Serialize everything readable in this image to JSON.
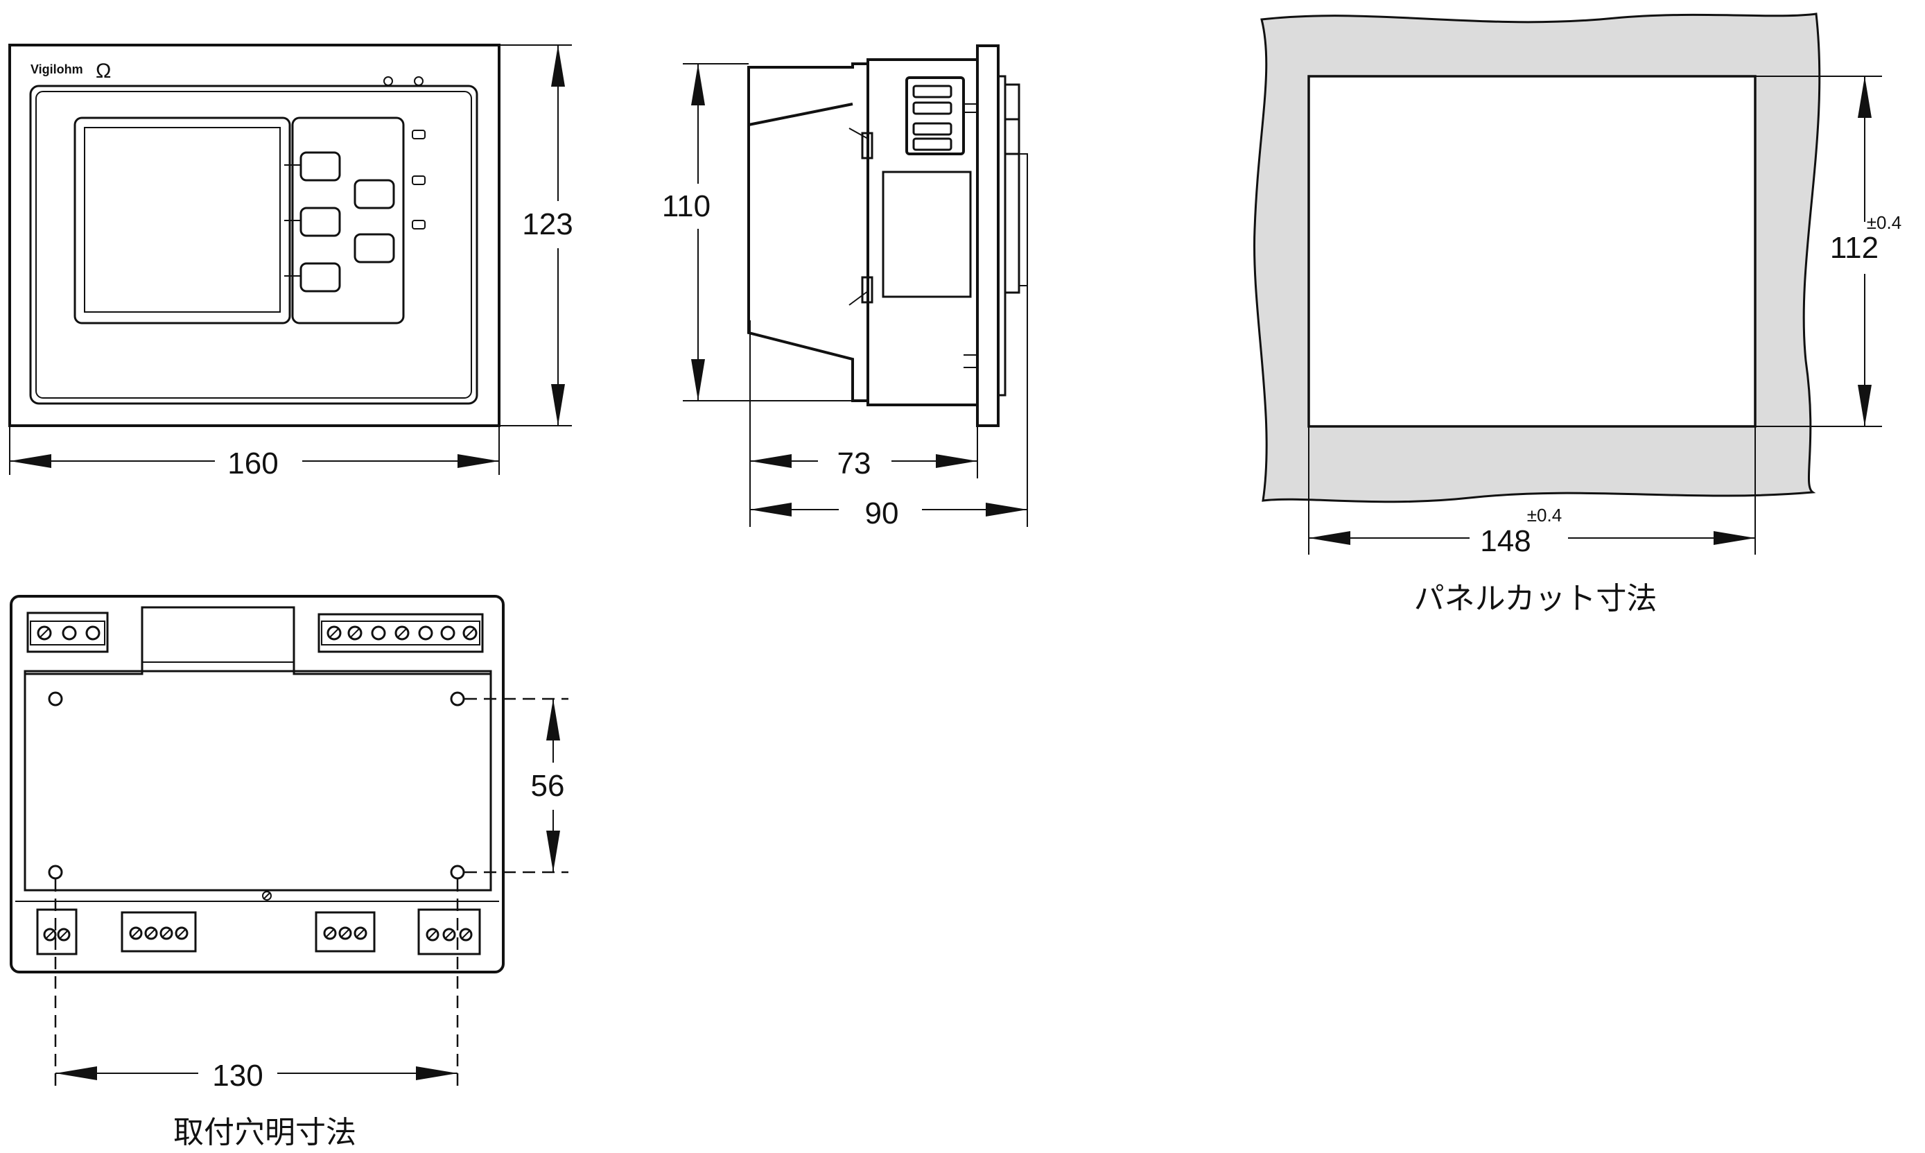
{
  "front_view": {
    "brand": "Vigilohm",
    "logo_symbol": "Ω",
    "width_label": "160",
    "height_label": "123"
  },
  "side_view": {
    "height_label": "110",
    "depth_label": "73",
    "overall_depth_label": "90"
  },
  "panel_cutout": {
    "width_label": "148",
    "width_tolerance": "±0.4",
    "height_label": "112",
    "height_tolerance": "±0.4",
    "caption": "パネルカット寸法"
  },
  "mounting_holes": {
    "spacing_width_label": "130",
    "spacing_height_label": "56",
    "caption": "取付穴明寸法"
  },
  "colors": {
    "line": "#111111",
    "panel_fill": "#dcdcdc",
    "background": "#ffffff"
  }
}
